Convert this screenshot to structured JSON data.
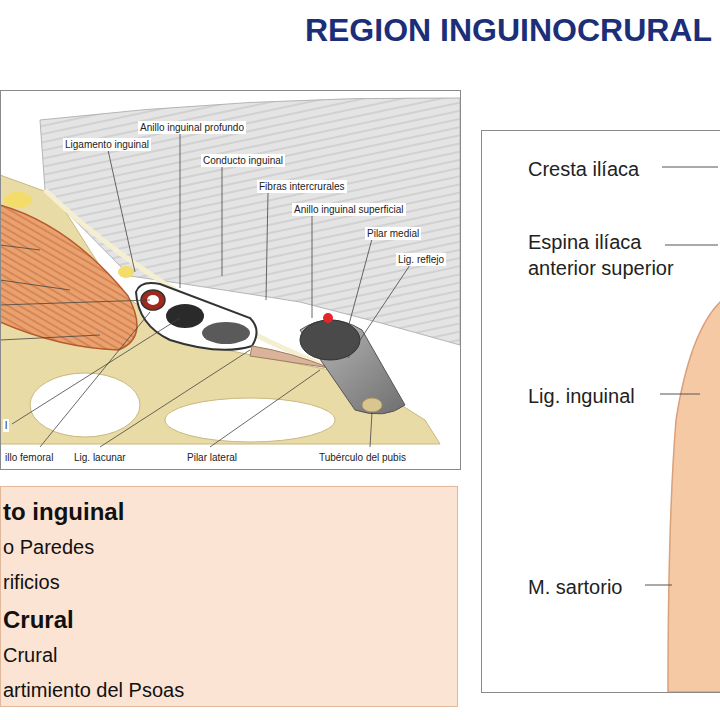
{
  "diagram": {
    "title": "REGION INGUINOCRURAL",
    "nodes": [
      {
        "text": [
          "Anillo inguinal profundo",
          "Ligamento inguinal",
          "Conducto inguinal",
          "Fibras intercrurales",
          "Anillo inguinal superficial",
          "Pilar medial",
          "Lig. reflejo",
          "l",
          "illo femoral",
          "Lig. lacunar",
          "Pilar lateral",
          "Tubérculo del pubis"
        ]
      },
      {
        "text": [
          "to inguinal",
          "o Paredes",
          "rificios",
          "Crural",
          "Crural",
          "artimiento del Psoas"
        ]
      },
      {
        "text": [
          "Cresta ilíaca",
          "Espina ilíaca anterior superior",
          "Lig. inguinal",
          "M. sartorio"
        ]
      }
    ]
  }
}
